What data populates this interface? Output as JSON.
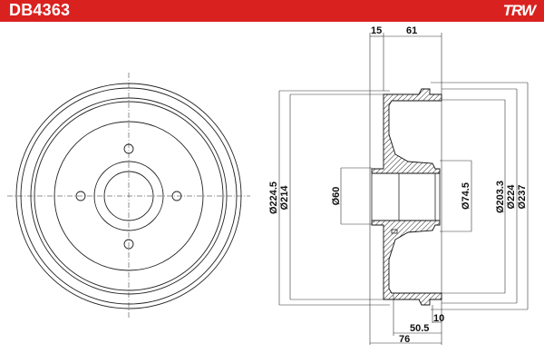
{
  "header": {
    "part_number": "DB4363",
    "brand_logo": "TRW",
    "background_color": "#d9221f"
  },
  "front_view": {
    "bolt_holes": 4
  },
  "section_view": {
    "dimensions": {
      "top_left": "15",
      "top_right": "61",
      "left_outer": "Ø224.5",
      "left_inner": "Ø214",
      "bore": "Ø60",
      "hub": "Ø74.5",
      "right_1": "Ø203.3",
      "right_2": "Ø224",
      "right_3": "Ø237",
      "bottom_small": "10",
      "bottom_mid": "50.5",
      "bottom_total": "76"
    }
  }
}
